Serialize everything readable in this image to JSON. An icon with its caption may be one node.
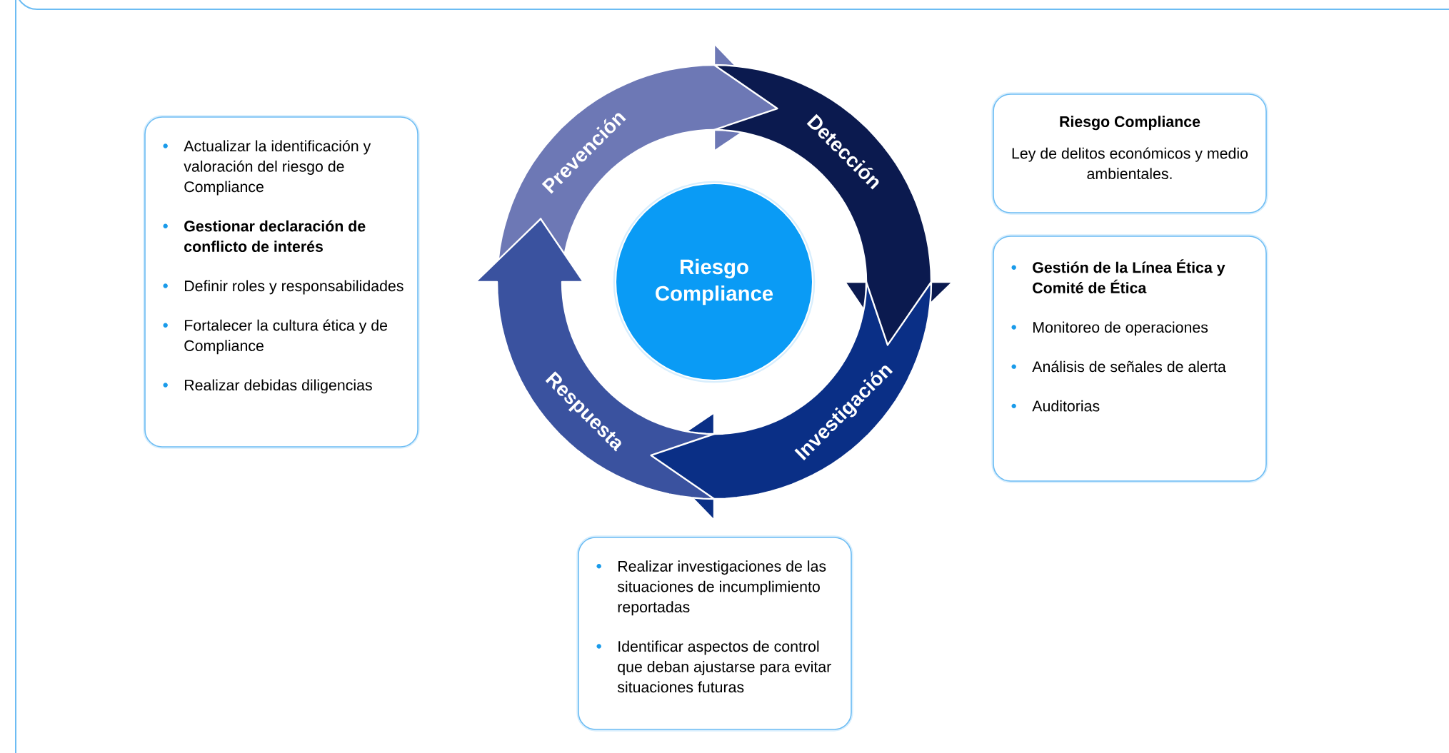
{
  "diagram": {
    "nodes": [
      {
        "text": [
          "Actualizar la identificación y valoración del riesgo de Compliance",
          "**Gestionar declaración de conflicto de interés**",
          "Definir roles y responsabilidades",
          "Fortalecer la cultura ética y de Compliance",
          "Realizar debidas diligencias"
        ]
      },
      {
        "text": [
          "Prevención"
        ]
      },
      {
        "text": [
          "Detección"
        ]
      },
      {
        "text": [
          "Investigación"
        ]
      },
      {
        "text": [
          "Respuesta"
        ]
      },
      {
        "text": [
          "Riesgo Compliance"
        ]
      },
      {
        "text": [
          "Riesgo Compliance",
          "Ley de delitos económicos y medio ambientales."
        ]
      },
      {
        "text": [
          "**Gestión de la Línea Ética y Comité de Ética**",
          "Monitoreo de operaciones",
          "Análisis de señales de alerta",
          "Auditorias"
        ]
      },
      {
        "text": [
          "Realizar investigaciones de las situaciones de incumplimiento reportadas",
          "Identificar aspectos de control que deban ajustarse para evitar situaciones futuras"
        ]
      }
    ]
  }
}
